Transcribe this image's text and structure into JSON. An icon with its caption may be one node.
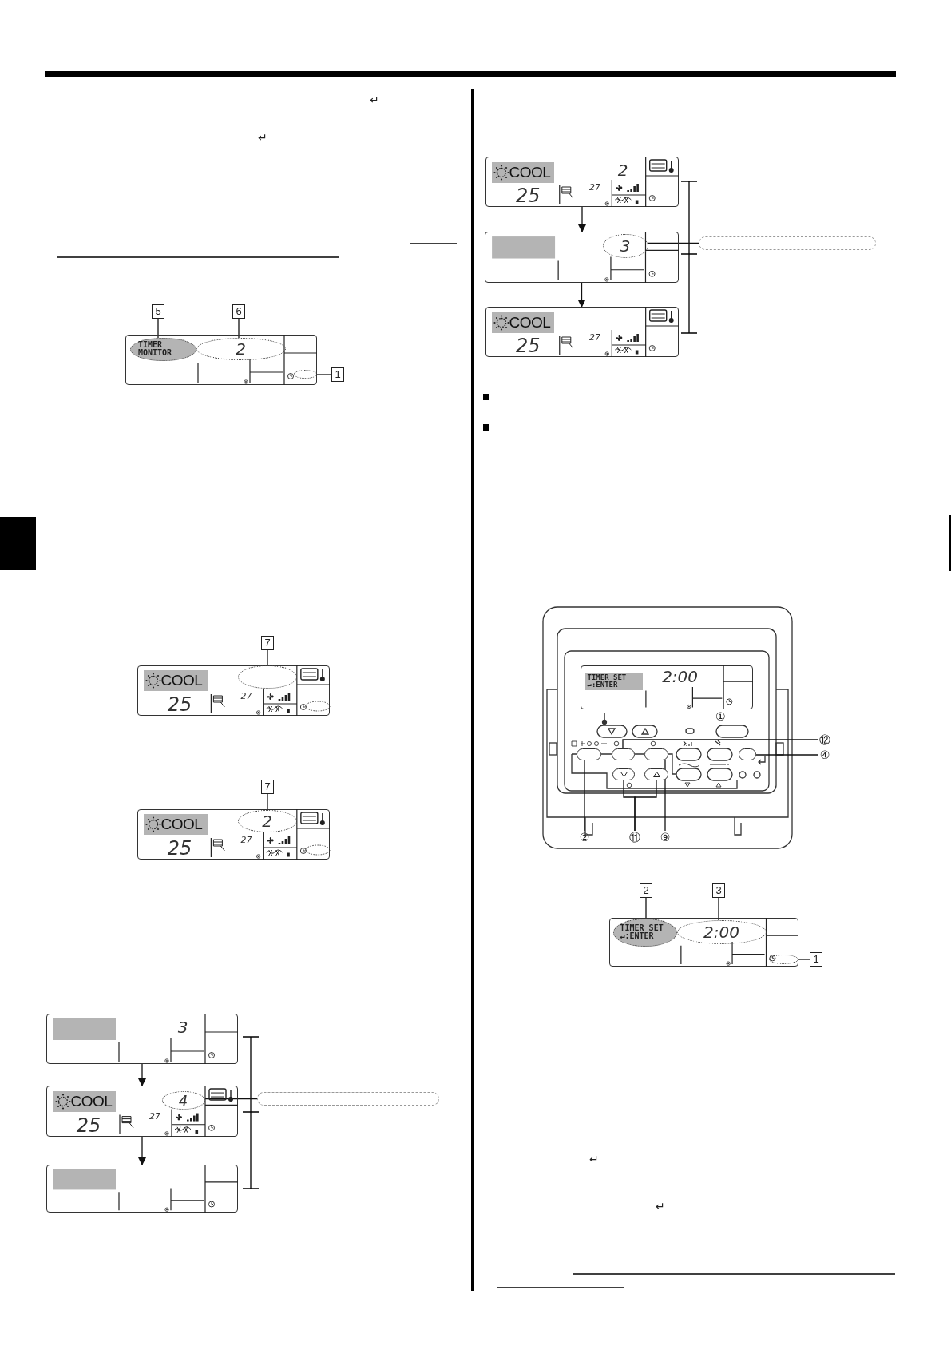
{
  "diagram": {
    "nodes": [
      {
        "text": [],
        "shape": "box"
      },
      {
        "text": [
          "TIMER MONITOR"
        ],
        "in": 0
      },
      {
        "text": [
          "2"
        ],
        "in": 0
      },
      {
        "text": [],
        "shape": "ellipse",
        "in": 0
      },
      {
        "text": [
          "5"
        ]
      },
      {
        "text": [
          "6"
        ]
      },
      {
        "text": [
          "1"
        ]
      },
      {
        "text": [
          "25",
          "27"
        ]
      },
      {
        "text": [
          "COOL"
        ],
        "in": 7
      },
      {
        "text": [],
        "shape": "ellipse",
        "in": 7
      },
      {
        "text": [
          "7"
        ]
      },
      {
        "text": [
          "25",
          "27"
        ]
      },
      {
        "text": [
          "COOL"
        ],
        "in": 11
      },
      {
        "text": [
          "2"
        ],
        "in": 11
      },
      {
        "text": [
          "7"
        ]
      },
      {
        "text": [
          "3"
        ]
      },
      {
        "text": [
          "25",
          "27"
        ]
      },
      {
        "text": [
          "COOL"
        ],
        "in": 16
      },
      {
        "text": [
          "4"
        ],
        "in": 16
      },
      {
        "text": [],
        "shape": "box"
      },
      {
        "text": [],
        "shape": "box"
      },
      {
        "text": [
          "2",
          "25",
          "27"
        ]
      },
      {
        "text": [
          "COOL"
        ],
        "in": 21
      },
      {
        "text": [],
        "shape": "box"
      },
      {
        "text": [
          "3"
        ],
        "in": 23
      },
      {
        "text": [],
        "shape": "box"
      },
      {
        "text": [
          "25",
          "27"
        ]
      },
      {
        "text": [
          "COOL"
        ],
        "in": 26
      },
      {
        "text": [
          "2:00"
        ]
      },
      {
        "text": [
          "TIMER SET ↵:ENTER"
        ],
        "in": 28
      },
      {
        "text": [],
        "shape": "oval"
      },
      {
        "text": [],
        "shape": "oval"
      },
      {
        "text": [],
        "shape": "oval"
      },
      {
        "text": [],
        "shape": "oval"
      },
      {
        "text": [],
        "shape": "oval"
      },
      {
        "text": [],
        "shape": "oval"
      },
      {
        "text": [
          "⑫"
        ]
      },
      {
        "text": [
          "④"
        ]
      },
      {
        "text": [
          "②"
        ]
      },
      {
        "text": [
          "⑪"
        ]
      },
      {
        "text": [
          "⑨"
        ]
      },
      {
        "text": [],
        "shape": "box"
      },
      {
        "text": [
          "TIMER SET ↵:ENTER"
        ],
        "in": 41
      },
      {
        "text": [
          "2:00"
        ],
        "in": 41
      },
      {
        "text": [],
        "shape": "ellipse",
        "in": 41
      },
      {
        "text": [
          "2"
        ]
      },
      {
        "text": [
          "3"
        ]
      },
      {
        "text": [
          "1"
        ]
      }
    ],
    "edges": [
      {
        "from": 4,
        "to": 1,
        "arrow": "none"
      },
      {
        "from": 5,
        "to": 2,
        "arrow": "none"
      },
      {
        "from": 6,
        "to": 3,
        "arrow": "none"
      },
      {
        "from": 10,
        "to": 9,
        "arrow": "none"
      },
      {
        "from": 14,
        "to": 13,
        "arrow": "none"
      },
      {
        "from": 15,
        "to": 16,
        "arrow": "to"
      },
      {
        "from": 16,
        "to": 20,
        "arrow": "to"
      },
      {
        "from": 19,
        "to": 18,
        "arrow": "none"
      },
      {
        "from": 21,
        "to": 23,
        "arrow": "to"
      },
      {
        "from": 23,
        "to": 26,
        "arrow": "to"
      },
      {
        "from": 25,
        "to": 24,
        "arrow": "none"
      },
      {
        "from": 36,
        "to": 31,
        "arrow": "none"
      },
      {
        "from": 37,
        "to": 33,
        "arrow": "none"
      },
      {
        "from": 38,
        "to": 30,
        "arrow": "none"
      },
      {
        "from": 39,
        "to": 34,
        "arrow": "none"
      },
      {
        "from": 39,
        "to": 35,
        "arrow": "none"
      },
      {
        "from": 40,
        "to": 32,
        "arrow": "none"
      },
      {
        "from": 45,
        "to": 42,
        "arrow": "none"
      },
      {
        "from": 46,
        "to": 43,
        "arrow": "none"
      },
      {
        "from": 47,
        "to": 44,
        "arrow": "none"
      }
    ],
    "labels": [
      "↵",
      "↵",
      "①",
      "↵",
      "↵"
    ]
  }
}
